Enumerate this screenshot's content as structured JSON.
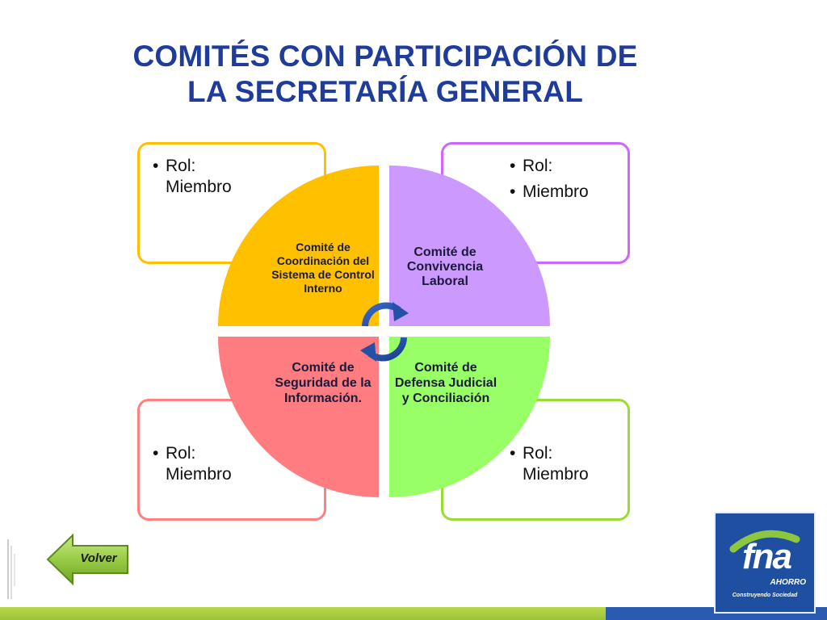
{
  "title": {
    "line1": "COMITÉS CON PARTICIPACIÓN DE",
    "line2": "LA SECRETARÍA GENERAL"
  },
  "quadrants": [
    {
      "label": "Comité de Coordinación del Sistema de Control Interno",
      "color": "#ffc000"
    },
    {
      "label": "Comité de Convivencia Laboral",
      "color": "#cc99ff"
    },
    {
      "label": "Comité de Seguridad de la Información.",
      "color": "#ff7c80"
    },
    {
      "label": "Comité de Defensa Judicial y Conciliación",
      "color": "#99ff66"
    }
  ],
  "role_boxes": [
    {
      "items": [
        "Rol: Miembro"
      ],
      "border_color": "#ffc000"
    },
    {
      "items": [
        "Rol:",
        "Miembro"
      ],
      "border_color": "#cc66ff"
    },
    {
      "items": [
        "Rol: Miembro"
      ],
      "border_color": "#ff8080"
    },
    {
      "items": [
        "Rol: Miembro"
      ],
      "border_color": "#99dd33"
    }
  ],
  "back_button": {
    "label": "Volver",
    "color": "#99cc44"
  },
  "logo": {
    "brand": "fna",
    "line1": "AHORRO",
    "line2": "Construyendo Sociedad",
    "color": "#1f4fa0"
  },
  "cycle_arrow_color": "#1f4fa0"
}
